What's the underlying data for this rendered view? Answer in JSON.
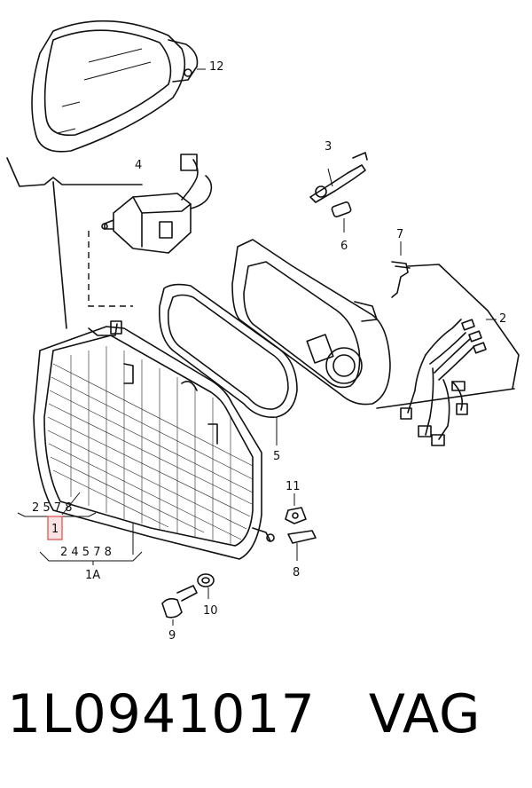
{
  "labels": {
    "p1": "1",
    "p1a": "1A",
    "p2": "2",
    "p3": "3",
    "p4": "4",
    "p5": "5",
    "p6": "6",
    "p7": "7",
    "p8": "8",
    "p9": "9",
    "p10": "10",
    "p11": "11",
    "p12": "12",
    "variant_1": "2 5 7 8",
    "variant_1a": "2 4 5 7 8"
  },
  "part_code": "1L0941017",
  "brand": "VAG",
  "colors": {
    "highlight": "#e06060",
    "highlight_fill": "#fbe3e3",
    "ink": "#111111"
  }
}
